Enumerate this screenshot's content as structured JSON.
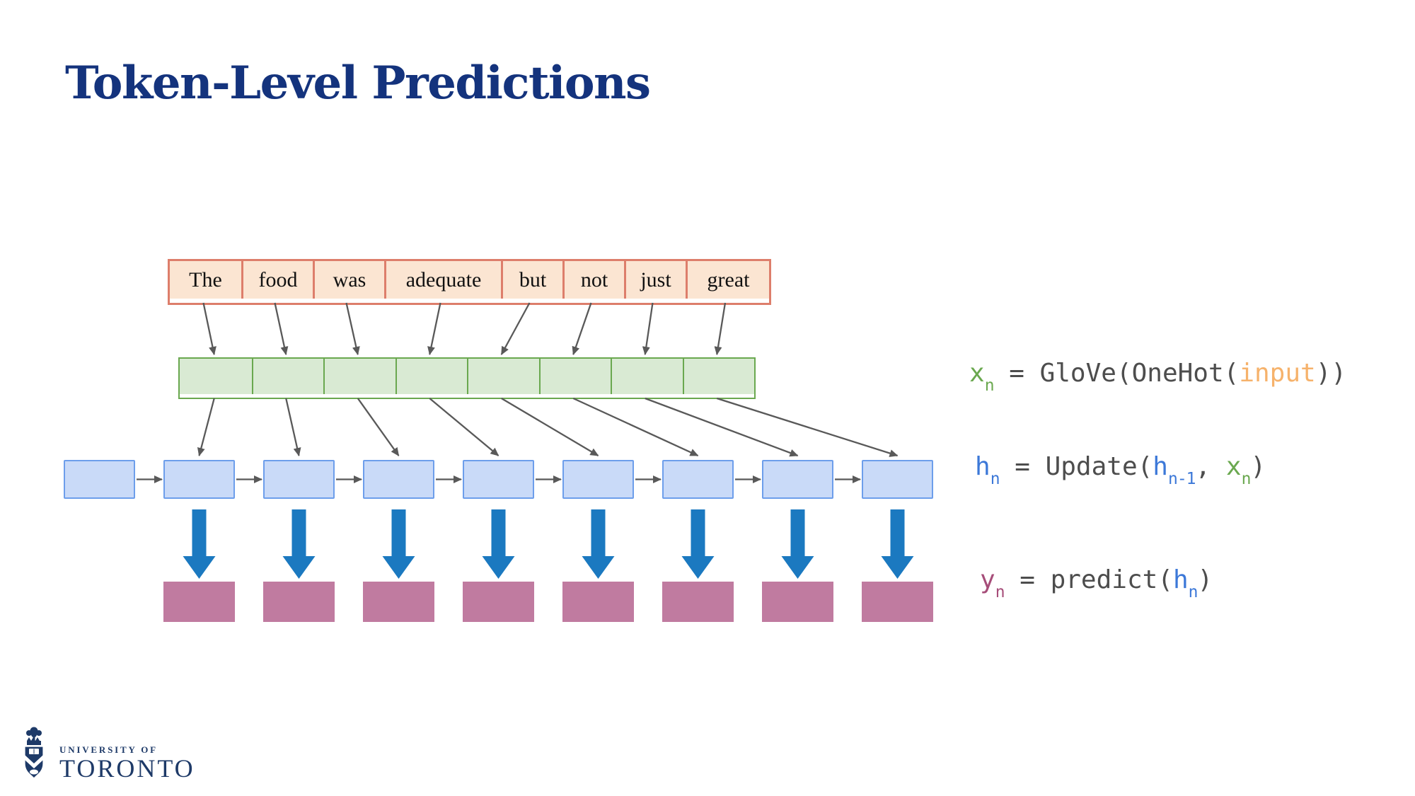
{
  "title": "Token-Level Predictions",
  "tokens": [
    "The",
    "food",
    "was",
    "adequate",
    "but",
    "not",
    "just",
    "great"
  ],
  "diagram": {
    "embedding_cells": 8,
    "hidden_state_boxes": 9,
    "output_boxes": 8
  },
  "equations": [
    {
      "id": "x-equation",
      "segments": [
        {
          "t": "x",
          "c": "eq_green"
        },
        {
          "t": "n",
          "c": "eq_green",
          "sub": true
        },
        {
          "t": " = GloVe(OneHot(",
          "c": "eq_gray"
        },
        {
          "t": "input",
          "c": "eq_orange"
        },
        {
          "t": "))",
          "c": "eq_gray"
        }
      ]
    },
    {
      "id": "h-equation",
      "segments": [
        {
          "t": "h",
          "c": "eq_blue"
        },
        {
          "t": "n",
          "c": "eq_blue",
          "sub": true
        },
        {
          "t": " = Update(",
          "c": "eq_gray"
        },
        {
          "t": "h",
          "c": "eq_blue"
        },
        {
          "t": "n-1",
          "c": "eq_blue",
          "sub": true
        },
        {
          "t": ", ",
          "c": "eq_gray"
        },
        {
          "t": "x",
          "c": "eq_green"
        },
        {
          "t": "n",
          "c": "eq_green",
          "sub": true
        },
        {
          "t": ")",
          "c": "eq_gray"
        }
      ]
    },
    {
      "id": "y-equation",
      "segments": [
        {
          "t": "y",
          "c": "eq_purple"
        },
        {
          "t": "n",
          "c": "eq_purple",
          "sub": true
        },
        {
          "t": " = predict(",
          "c": "eq_gray"
        },
        {
          "t": "h",
          "c": "eq_blue"
        },
        {
          "t": "n",
          "c": "eq_blue",
          "sub": true
        },
        {
          "t": ")",
          "c": "eq_gray"
        }
      ]
    }
  ],
  "logo": {
    "line1": "UNIVERSITY OF",
    "line2": "TORONTO"
  },
  "colors": {
    "title": "#14337d",
    "token_fill": "#fbe5d2",
    "token_border": "#dd7e6b",
    "embed_fill": "#d9ead3",
    "embed_border": "#6aa84f",
    "hidden_fill": "#c9daf8",
    "hidden_border": "#6d9eeb",
    "output_fill": "#c07ba0",
    "big_arrow": "#1b79c0",
    "thin_arrow": "#595959",
    "eq_gray": "#4d4d4d",
    "eq_green": "#6aa84f",
    "eq_blue": "#3c78d8",
    "eq_orange": "#f6b26b",
    "eq_purple": "#a64d79",
    "logo_navy": "#1e3a68"
  }
}
